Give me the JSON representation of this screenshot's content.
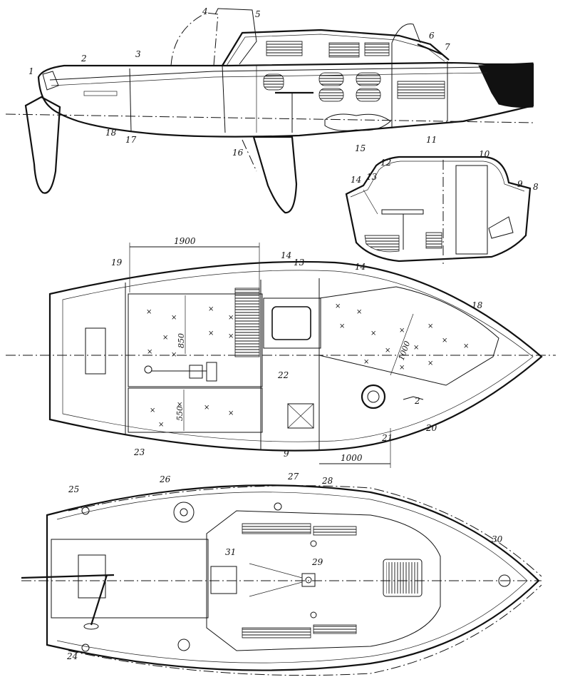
{
  "labels": {
    "n1": "1",
    "n2": "2",
    "n3": "3",
    "n4": "4",
    "n5": "5",
    "n6": "6",
    "n7": "7",
    "n8": "8",
    "n9": "9",
    "n10": "10",
    "n11": "11",
    "n12": "12",
    "n13": "13",
    "n14": "14",
    "n15": "15",
    "n16": "16",
    "n17": "17",
    "n18": "18",
    "n19": "19",
    "n20": "20",
    "n21": "21",
    "n22": "22",
    "n23": "23",
    "n24": "24",
    "n25": "25",
    "n26": "26",
    "n27": "27",
    "n28": "28",
    "n29": "29",
    "n30": "30",
    "n31": "31"
  },
  "dimensions": {
    "length_1900": "1900",
    "width_850": "850",
    "width_550": "550",
    "diag_1000": "1000",
    "length_1000": "1000"
  },
  "misc": {
    "stove_mark": "2"
  }
}
